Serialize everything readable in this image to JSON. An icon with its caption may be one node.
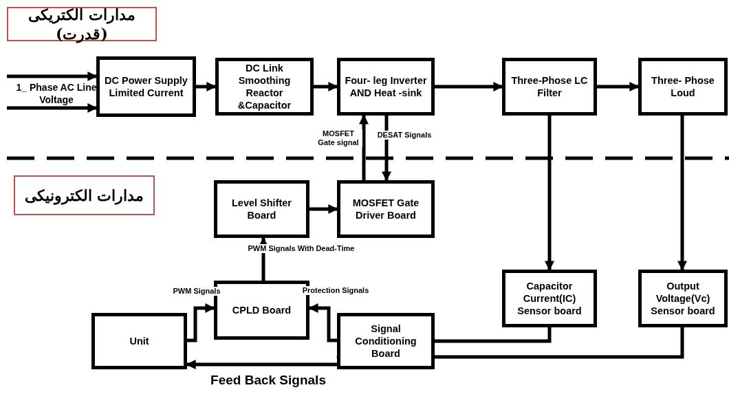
{
  "diagram": {
    "nodes": [
      {
        "text": [
          "مدارات الکتریکی (قدرت)"
        ]
      },
      {
        "text": [
          "DC Power Supply Limited Current"
        ]
      },
      {
        "text": [
          "DC Link Smoothing Reactor &Capacitor"
        ]
      },
      {
        "text": [
          "Four- leg Inverter AND Heat -sink"
        ]
      },
      {
        "text": [
          "Three-Phose LC Filter"
        ]
      },
      {
        "text": [
          "Three- Phose Loud"
        ]
      },
      {
        "text": [
          "مدارات الکترونیکی"
        ]
      },
      {
        "text": [
          "Level Shifter Board"
        ]
      },
      {
        "text": [
          "MOSFET Gate Driver Board"
        ]
      },
      {
        "text": [
          "Capacitor Current(IC) Sensor board"
        ]
      },
      {
        "text": [
          "Output Voltage(Vc) Sensor board"
        ]
      },
      {
        "text": [
          "CPLD Board"
        ]
      },
      {
        "text": [
          "Unit"
        ]
      },
      {
        "text": [
          "Signal Conditioning Board"
        ]
      }
    ],
    "edges": [
      {
        "from": null,
        "to": 1,
        "arrow": "to"
      },
      {
        "from": null,
        "to": 1,
        "arrow": "to"
      },
      {
        "from": 1,
        "to": 2,
        "arrow": "to"
      },
      {
        "from": 2,
        "to": 3,
        "arrow": "to"
      },
      {
        "from": 3,
        "to": 4,
        "arrow": "to"
      },
      {
        "from": 4,
        "to": 5,
        "arrow": "to"
      },
      {
        "from": 8,
        "to": 3,
        "arrow": "to",
        "label": "MOSFET Gate signal"
      },
      {
        "from": 3,
        "to": 8,
        "arrow": "to",
        "label": "DESAT Signals"
      },
      {
        "from": 4,
        "to": 9,
        "arrow": "to"
      },
      {
        "from": 5,
        "to": 10,
        "arrow": "to"
      },
      {
        "from": 7,
        "to": 8,
        "arrow": "to"
      },
      {
        "from": 11,
        "to": 7,
        "arrow": "to",
        "label": "PWM Signals With Dead-Time"
      },
      {
        "from": 12,
        "to": 11,
        "arrow": "to",
        "label": "PWM Signals"
      },
      {
        "from": 13,
        "to": 11,
        "arrow": "to",
        "label": "Protection Signals"
      },
      {
        "from": 13,
        "to": 12,
        "arrow": "to",
        "label": "Feed Back Signals"
      },
      {
        "from": 9,
        "to": 13,
        "arrow": "to"
      },
      {
        "from": 10,
        "to": 13,
        "arrow": "to"
      }
    ],
    "labels": [
      "1_ Phase AC Line Voltage"
    ]
  }
}
